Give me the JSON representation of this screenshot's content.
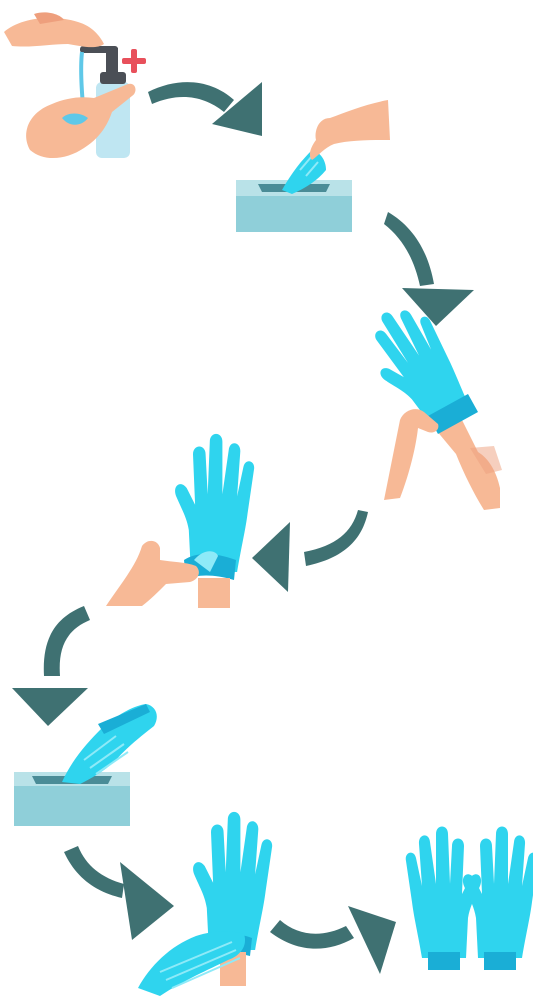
{
  "colors": {
    "background": "#ffffff",
    "skin": "#f7b996",
    "skin_shadow": "#ee9f7d",
    "glove": "#2fd4ee",
    "glove_dark": "#1aaed6",
    "glove_light": "#8eeaf8",
    "box_top": "#b9e2e8",
    "box_front": "#8fcfd9",
    "box_side": "#7cc3cf",
    "box_slot": "#4a8c97",
    "arrow": "#3f7172",
    "bottle": "#bfe6f2",
    "pump": "#4b4f56",
    "cross": "#e8505b",
    "sleeve_tissue": "#e9f6f9"
  },
  "diagram": {
    "kind": "glove donning procedure",
    "steps": [
      {
        "id": "sanitize-hands",
        "icon": "hand-sanitizer-icon"
      },
      {
        "id": "take-glove-from-box",
        "icon": "glove-box-icon"
      },
      {
        "id": "pull-on-first-glove",
        "icon": "pull-glove-icon"
      },
      {
        "id": "adjust-glove-cuff",
        "icon": "gloved-hand-thumb-icon"
      },
      {
        "id": "take-second-glove",
        "icon": "glove-box-icon"
      },
      {
        "id": "put-on-second-glove",
        "icon": "second-glove-icon"
      },
      {
        "id": "both-gloves-on",
        "icon": "pair-of-gloves-icon"
      }
    ],
    "arrows": 6
  }
}
